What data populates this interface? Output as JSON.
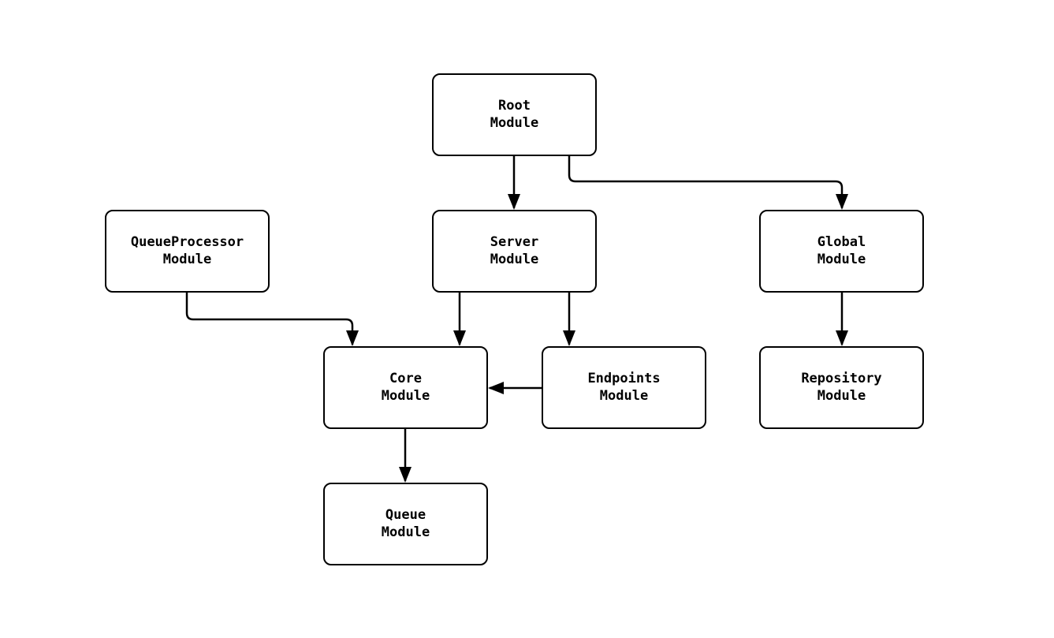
{
  "diagram": {
    "type": "flowchart",
    "background_color": "#ffffff",
    "node_fill_color": "#ffffff",
    "line_color": "#000000",
    "nodes": [
      {
        "id": "root",
        "line1": "Root",
        "line2": "Module"
      },
      {
        "id": "queueprocessor",
        "line1": "QueueProcessor",
        "line2": "Module"
      },
      {
        "id": "server",
        "line1": "Server",
        "line2": "Module"
      },
      {
        "id": "global",
        "line1": "Global",
        "line2": "Module"
      },
      {
        "id": "core",
        "line1": "Core",
        "line2": "Module"
      },
      {
        "id": "endpoints",
        "line1": "Endpoints",
        "line2": "Module"
      },
      {
        "id": "repository",
        "line1": "Repository",
        "line2": "Module"
      },
      {
        "id": "queue",
        "line1": "Queue",
        "line2": "Module"
      }
    ],
    "edges": [
      {
        "from": "root",
        "to": "server"
      },
      {
        "from": "root",
        "to": "global"
      },
      {
        "from": "queueprocessor",
        "to": "core"
      },
      {
        "from": "server",
        "to": "core"
      },
      {
        "from": "server",
        "to": "endpoints"
      },
      {
        "from": "endpoints",
        "to": "core"
      },
      {
        "from": "global",
        "to": "repository"
      },
      {
        "from": "core",
        "to": "queue"
      }
    ]
  }
}
